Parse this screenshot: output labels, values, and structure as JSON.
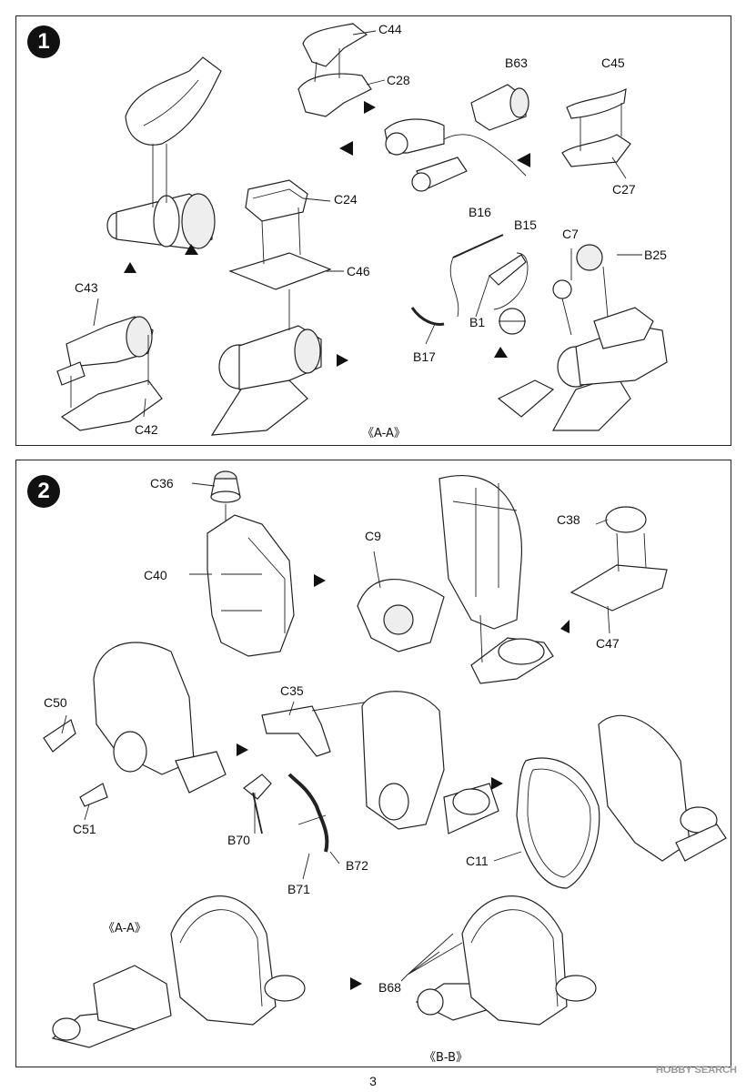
{
  "step1": {
    "number": "1",
    "labels": [
      "C44",
      "C28",
      "B63",
      "C45",
      "C27",
      "C24",
      "C46",
      "B16",
      "B15",
      "C7",
      "B25",
      "C43",
      "B1",
      "B17",
      "C42"
    ],
    "section": "《A-A》"
  },
  "step2": {
    "number": "2",
    "labels": [
      "C36",
      "C9",
      "C38",
      "C40",
      "C47",
      "C50",
      "C35",
      "C51",
      "B70",
      "B72",
      "B71",
      "C11",
      "B68"
    ],
    "section_left": "《A-A》",
    "section_bottom": "《B-B》"
  },
  "page_number": "3",
  "watermark": "HOBBY SEARCH"
}
